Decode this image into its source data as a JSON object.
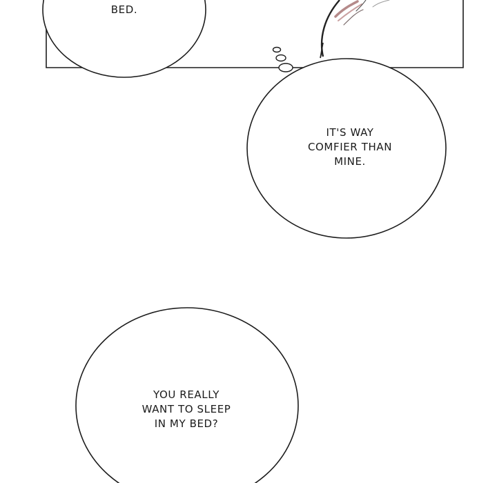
{
  "bubbles": [
    {
      "text": "BED."
    },
    {
      "text": "IT'S WAY\nCOMFIER THAN\nMINE."
    },
    {
      "text": "YOU REALLY\nWANT TO SLEEP\nIN MY BED?"
    }
  ]
}
